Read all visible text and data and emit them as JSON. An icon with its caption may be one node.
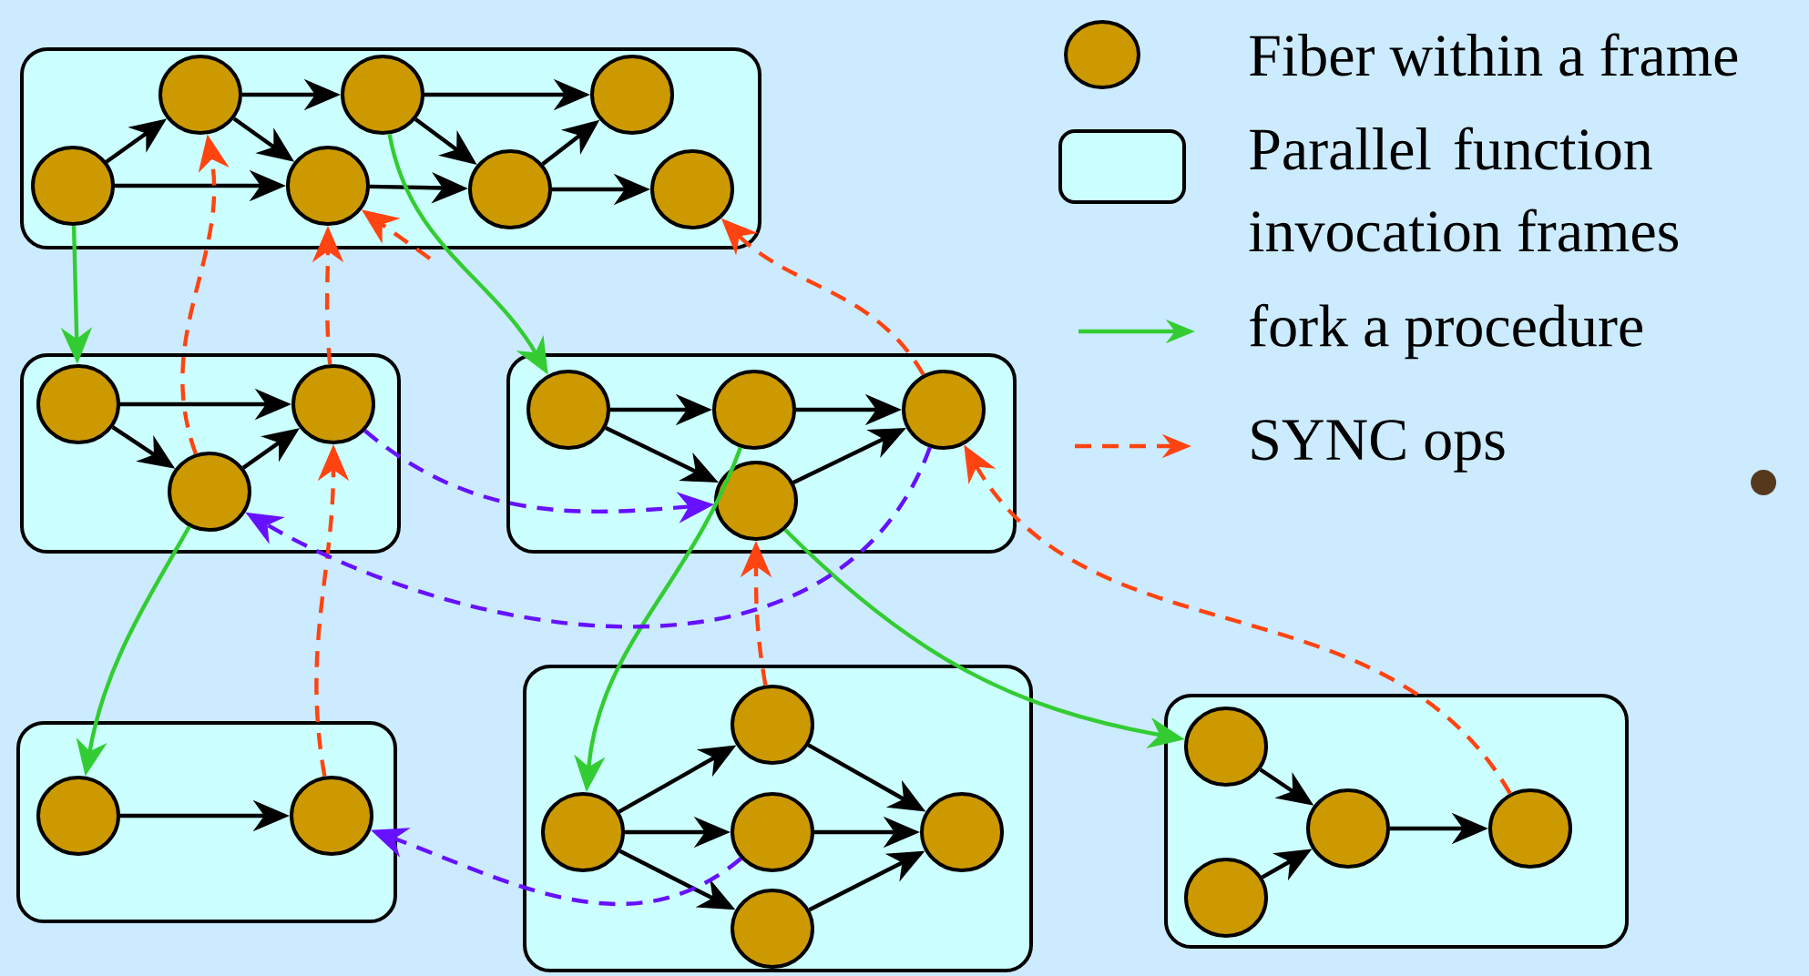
{
  "diagram": {
    "nodes": [
      {
        "text": [],
        "shape": "box"
      },
      {
        "text": [],
        "shape": "circle",
        "in": 0
      },
      {
        "text": [],
        "shape": "circle",
        "in": 0
      },
      {
        "text": [],
        "shape": "circle",
        "in": 0
      },
      {
        "text": [],
        "shape": "circle",
        "in": 0
      },
      {
        "text": [],
        "shape": "circle",
        "in": 0
      },
      {
        "text": [],
        "shape": "circle",
        "in": 0
      },
      {
        "text": [],
        "shape": "circle",
        "in": 0
      },
      {
        "text": [],
        "shape": "box"
      },
      {
        "text": [],
        "shape": "circle",
        "in": 8
      },
      {
        "text": [],
        "shape": "circle",
        "in": 8
      },
      {
        "text": [],
        "shape": "circle",
        "in": 8
      },
      {
        "text": [],
        "shape": "box"
      },
      {
        "text": [],
        "shape": "circle",
        "in": 12
      },
      {
        "text": [],
        "shape": "circle",
        "in": 12
      },
      {
        "text": [],
        "shape": "circle",
        "in": 12
      },
      {
        "text": [],
        "shape": "circle",
        "in": 12
      },
      {
        "text": [],
        "shape": "box"
      },
      {
        "text": [],
        "shape": "circle",
        "in": 17
      },
      {
        "text": [],
        "shape": "circle",
        "in": 17
      },
      {
        "text": [],
        "shape": "box"
      },
      {
        "text": [],
        "shape": "circle",
        "in": 20
      },
      {
        "text": [],
        "shape": "circle",
        "in": 20
      },
      {
        "text": [],
        "shape": "circle",
        "in": 20
      },
      {
        "text": [],
        "shape": "circle",
        "in": 20
      },
      {
        "text": [],
        "shape": "circle",
        "in": 20
      },
      {
        "text": [],
        "shape": "box"
      },
      {
        "text": [],
        "shape": "circle",
        "in": 26
      },
      {
        "text": [],
        "shape": "circle",
        "in": 26
      },
      {
        "text": [],
        "shape": "circle",
        "in": 26
      },
      {
        "text": [],
        "shape": "circle",
        "in": 26
      }
    ],
    "edges": [
      {
        "from": 1,
        "to": 2,
        "arrow": "to"
      },
      {
        "from": 1,
        "to": 5,
        "arrow": "to"
      },
      {
        "from": 2,
        "to": 3,
        "arrow": "to"
      },
      {
        "from": 2,
        "to": 5,
        "arrow": "to"
      },
      {
        "from": 3,
        "to": 4,
        "arrow": "to"
      },
      {
        "from": 3,
        "to": 6,
        "arrow": "to"
      },
      {
        "from": 5,
        "to": 6,
        "arrow": "to"
      },
      {
        "from": 6,
        "to": 4,
        "arrow": "to"
      },
      {
        "from": 6,
        "to": 7,
        "arrow": "to"
      },
      {
        "from": 9,
        "to": 11,
        "arrow": "to"
      },
      {
        "from": 9,
        "to": 10,
        "arrow": "to"
      },
      {
        "from": 10,
        "to": 11,
        "arrow": "to"
      },
      {
        "from": 13,
        "to": 14,
        "arrow": "to"
      },
      {
        "from": 14,
        "to": 15,
        "arrow": "to"
      },
      {
        "from": 13,
        "to": 16,
        "arrow": "to"
      },
      {
        "from": 16,
        "to": 15,
        "arrow": "to"
      },
      {
        "from": 18,
        "to": 19,
        "arrow": "to"
      },
      {
        "from": 21,
        "to": 22,
        "arrow": "to"
      },
      {
        "from": 21,
        "to": 23,
        "arrow": "to"
      },
      {
        "from": 21,
        "to": 24,
        "arrow": "to"
      },
      {
        "from": 22,
        "to": 25,
        "arrow": "to"
      },
      {
        "from": 23,
        "to": 25,
        "arrow": "to"
      },
      {
        "from": 24,
        "to": 25,
        "arrow": "to"
      },
      {
        "from": 27,
        "to": 28,
        "arrow": "to"
      },
      {
        "from": 30,
        "to": 28,
        "arrow": "to"
      },
      {
        "from": 28,
        "to": 29,
        "arrow": "to"
      },
      {
        "from": 1,
        "to": 9,
        "arrow": "to",
        "color": "#33cc33"
      },
      {
        "from": 3,
        "to": 13,
        "arrow": "to",
        "color": "#33cc33"
      },
      {
        "from": 10,
        "to": 18,
        "arrow": "to",
        "color": "#33cc33"
      },
      {
        "from": 14,
        "to": 21,
        "arrow": "to",
        "color": "#33cc33"
      },
      {
        "from": 16,
        "to": 27,
        "arrow": "to",
        "color": "#33cc33"
      },
      {
        "from": 10,
        "to": 2,
        "arrow": "to",
        "style": "dashed",
        "color": "#ff4411"
      },
      {
        "from": 11,
        "to": 5,
        "arrow": "to",
        "style": "dashed",
        "color": "#ff4411"
      },
      {
        "from": 19,
        "to": 11,
        "arrow": "to",
        "style": "dashed",
        "color": "#ff4411"
      },
      {
        "from": 22,
        "to": 16,
        "arrow": "to",
        "style": "dashed",
        "color": "#ff4411"
      },
      {
        "from": 15,
        "to": 7,
        "arrow": "to",
        "style": "dashed",
        "color": "#ff4411"
      },
      {
        "from": 29,
        "to": 15,
        "arrow": "to",
        "style": "dashed",
        "color": "#ff4411"
      },
      {
        "from": null,
        "to": 5,
        "arrow": "to",
        "style": "dashed",
        "color": "#ff4411"
      },
      {
        "from": 11,
        "to": 16,
        "arrow": "to",
        "style": "dashed",
        "color": "#6611ff"
      },
      {
        "from": 15,
        "to": 10,
        "arrow": "to",
        "style": "dashed",
        "color": "#6611ff"
      },
      {
        "from": 23,
        "to": 19,
        "arrow": "to",
        "style": "dashed",
        "color": "#6611ff"
      }
    ],
    "legend": [
      {
        "text": "Fiber within a frame"
      },
      {
        "text": "Parallel function invocation frames"
      },
      {
        "text": "fork a procedure"
      },
      {
        "text": "SYNC ops"
      }
    ]
  }
}
